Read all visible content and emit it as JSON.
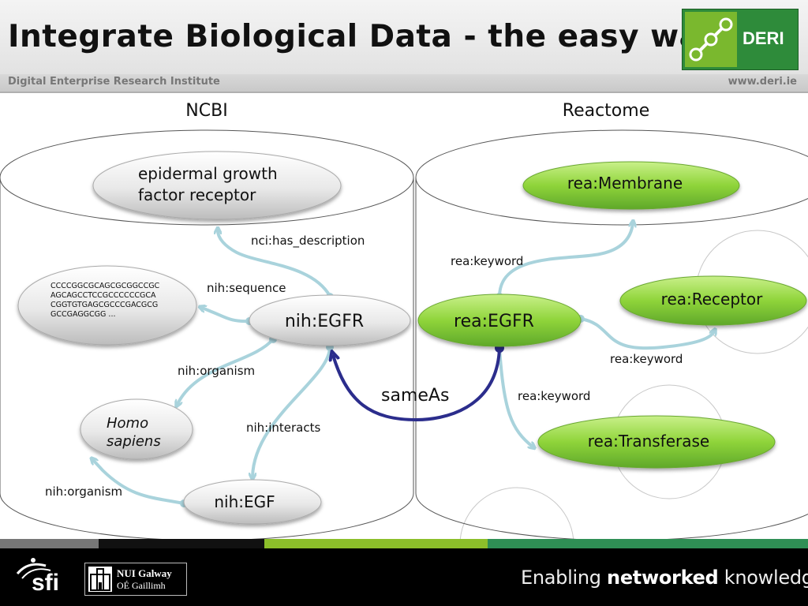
{
  "header": {
    "title": "Integrate Biological Data - the easy way",
    "organization": "Digital Enterprise Research Institute",
    "url": "www.deri.ie",
    "logo_text": "DERI"
  },
  "diagram": {
    "ncbi_label": "NCBI",
    "reactome_label": "Reactome",
    "nodes": {
      "egfr_desc_line1": "epidermal growth",
      "egfr_desc_line2": "factor receptor",
      "seq_line1": "CCCCGGCGCAGCGCGGCCGC",
      "seq_line2": "AGCAGCCTCCGCCCCCCGCA",
      "seq_line3": "CGGTGTGAGCGCCCGACGCG",
      "seq_line4": "GCCGAGGCGG ...",
      "nih_egfr": "nih:EGFR",
      "homo_line1": "Homo",
      "homo_line2": "sapiens",
      "nih_egf": "nih:EGF",
      "rea_membrane": "rea:Membrane",
      "rea_receptor": "rea:Receptor",
      "rea_egfr": "rea:EGFR",
      "rea_transferase": "rea:Transferase"
    },
    "edges": {
      "has_description": "nci:has_description",
      "sequence": "nih:sequence",
      "organism1": "nih:organism",
      "interacts": "nih:interacts",
      "organism2": "nih:organism",
      "same_as": "sameAs",
      "keyword1": "rea:keyword",
      "keyword2": "rea:keyword",
      "keyword3": "rea:keyword"
    },
    "colors": {
      "arrow": "#a9d3dc",
      "same_as": "#2b2d8c",
      "green_node": "#8fd43a",
      "grey_node": "#e6e6e6"
    }
  },
  "footer": {
    "sfi": "sfi",
    "nui_line1": "NUI Galway",
    "nui_line2": "OÉ Gaillimh",
    "tagline_pre": "Enabling ",
    "tagline_bold": "networked",
    "tagline_post": " knowledge."
  }
}
